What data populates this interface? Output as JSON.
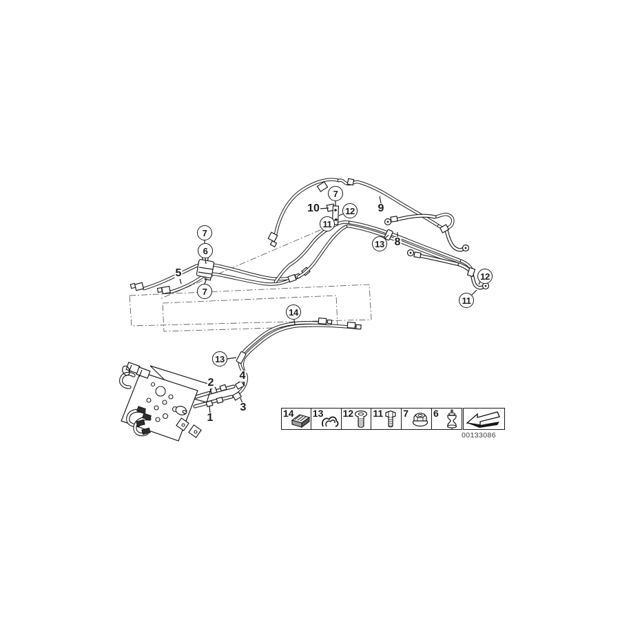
{
  "doc_number": "00133086",
  "callouts": {
    "c7a": "7",
    "c6": "6",
    "c7b": "7",
    "c5": "5",
    "c7c": "7",
    "c10": "10",
    "c11a": "11",
    "c12a": "12",
    "c9": "9",
    "c13a": "13",
    "c8": "8",
    "c12b": "12",
    "c11b": "11",
    "c14": "14",
    "c13b": "13",
    "c1": "1",
    "c2": "2",
    "c3": "3",
    "c4": "4"
  },
  "legend": {
    "items": [
      {
        "number": "14",
        "icon": "pipe-clamp-icon"
      },
      {
        "number": "13",
        "icon": "pipe-clip-icon"
      },
      {
        "number": "12",
        "icon": "socket-head-screw-icon"
      },
      {
        "number": "11",
        "icon": "hex-bolt-icon"
      },
      {
        "number": "7",
        "icon": "flange-nut-icon"
      },
      {
        "number": "6",
        "icon": "rubber-mount-icon"
      }
    ],
    "arrow_icon": "direction-arrow-icon"
  }
}
